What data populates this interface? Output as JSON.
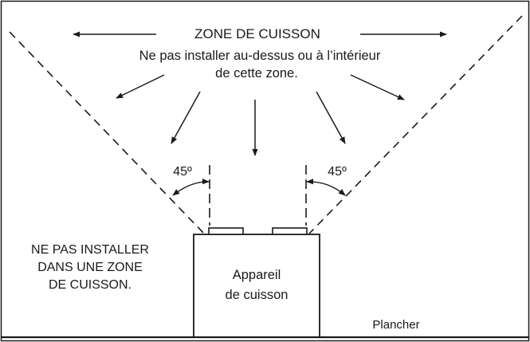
{
  "zone_title": "ZONE DE CUISSON",
  "zone_desc_line1": "Ne pas installer au-dessus ou à l’intérieur",
  "zone_desc_line2": "de cette zone.",
  "left_angle": "45º",
  "right_angle": "45º",
  "warning_lines": [
    "NE PAS INSTALLER",
    "DANS UNE ZONE",
    "DE CUISSON."
  ],
  "appliance_lines": [
    "Appareil",
    "de cuisson"
  ],
  "floor_label": "Plancher",
  "colors": {
    "line": "#1a1a1a",
    "background": "#ffffff"
  }
}
